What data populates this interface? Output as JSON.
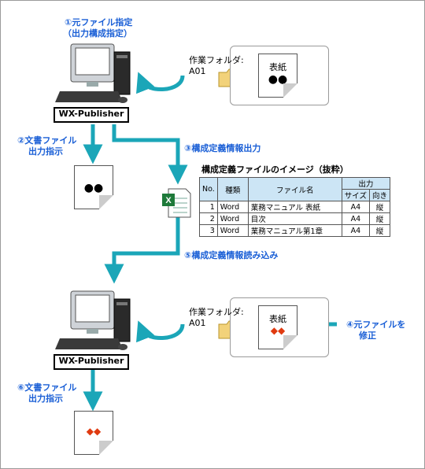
{
  "title_top_line1": "①元ファイル指定",
  "title_top_line2": "（出力構成指定）",
  "wx_label_1": "WX-Publisher",
  "wx_label_2": "WX-Publisher",
  "step2_line1": "②文書ファイル",
  "step2_line2": "出力指示",
  "step3": "③構成定義情報出力",
  "step4_line1": "④元ファイルを",
  "step4_line2": "修正",
  "step5": "⑤構成定義情報読み込み",
  "step6_line1": "⑥文書ファイル",
  "step6_line2": "出力指示",
  "folder_label_1": "作業フォルダ:",
  "folder_name_1": "A01",
  "folder_label_2": "作業フォルダ:",
  "folder_name_2": "A01",
  "doc_title_1": "表紙",
  "doc_marks_1": "●●",
  "doc_title_2": "表紙",
  "doc_marks_2": "◆◆",
  "output_doc_1": "●●",
  "output_doc_2": "◆◆",
  "table_title": "構成定義ファイルのイメージ（抜粋）",
  "table": {
    "h_no": "No.",
    "h_type": "種類",
    "h_file": "ファイル名",
    "h_output": "出力",
    "h_size": "サイズ",
    "h_dir": "向き",
    "rows": [
      {
        "no": "1",
        "type": "Word",
        "file": "業務マニュアル 表紙",
        "size": "A4",
        "dir": "縦"
      },
      {
        "no": "2",
        "type": "Word",
        "file": "目次",
        "size": "A4",
        "dir": "縦"
      },
      {
        "no": "3",
        "type": "Word",
        "file": "業務マニュアル第1章",
        "size": "A4",
        "dir": "縦"
      }
    ]
  },
  "colors": {
    "arrow": "#1ba6b8",
    "text_blue": "#1a5fd6",
    "diamond": "#e03a10",
    "folder": "#f2d27a"
  }
}
